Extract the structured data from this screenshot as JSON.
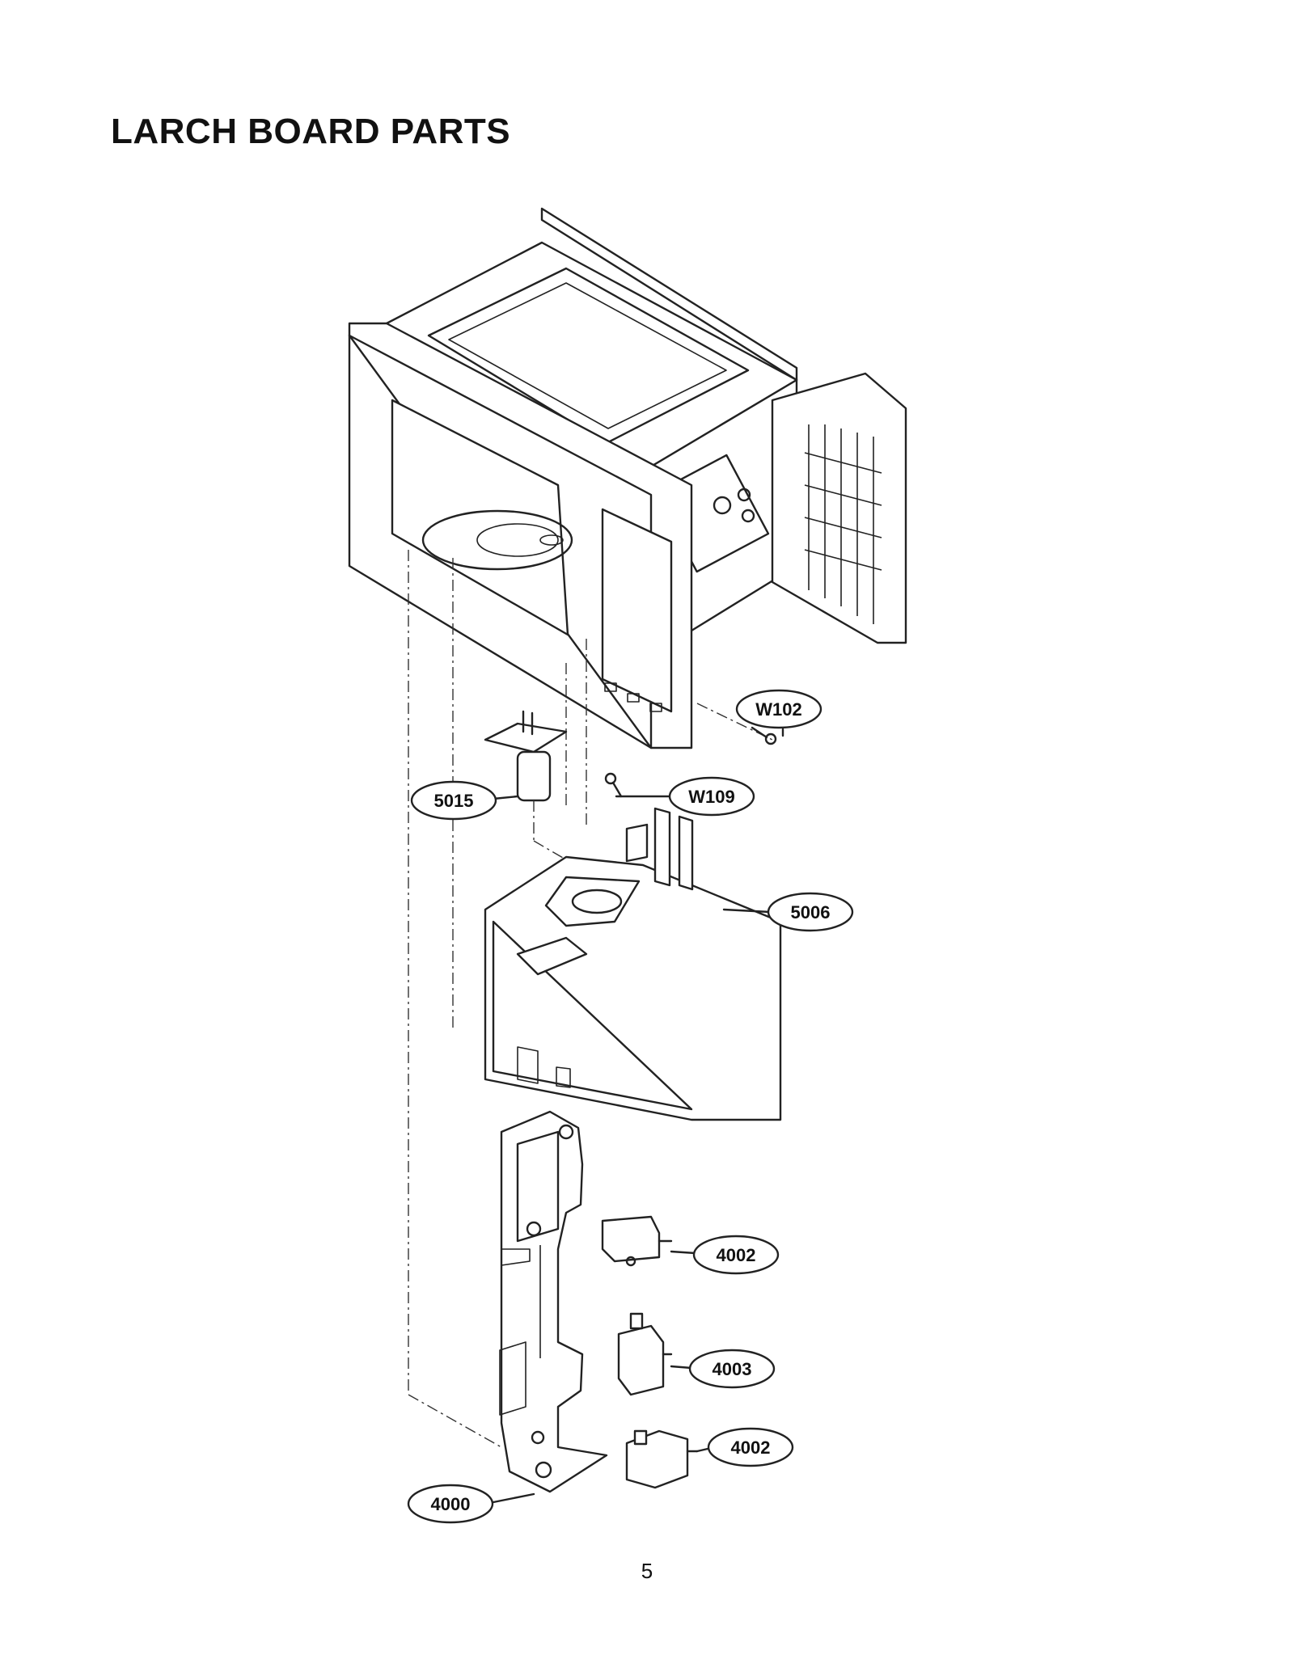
{
  "title": "LARCH BOARD PARTS",
  "page_number": "5",
  "callouts": [
    {
      "id": "W102",
      "label": "W102"
    },
    {
      "id": "5015",
      "label": "5015"
    },
    {
      "id": "W109",
      "label": "W109"
    },
    {
      "id": "5006",
      "label": "5006"
    },
    {
      "id": "4002a",
      "label": "4002"
    },
    {
      "id": "4003",
      "label": "4003"
    },
    {
      "id": "4002b",
      "label": "4002"
    },
    {
      "id": "4000",
      "label": "4000"
    }
  ],
  "colors": {
    "line": "#222222",
    "background": "#ffffff"
  }
}
